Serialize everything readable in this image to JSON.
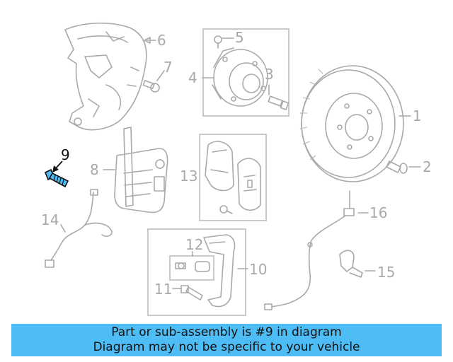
{
  "callouts": {
    "c1": "1",
    "c2": "2",
    "c3": "3",
    "c4": "4",
    "c5": "5",
    "c6": "6",
    "c7": "7",
    "c8": "8",
    "c9": "9",
    "c10": "10",
    "c11": "11",
    "c12": "12",
    "c13": "13",
    "c14": "14",
    "c15": "15",
    "c16": "16"
  },
  "highlight": {
    "part": "9",
    "color": "#4fbdf5"
  },
  "banner": {
    "line1": "Part or sub-assembly is #9 in diagram",
    "line2": "Diagram may not be specific to your vehicle",
    "color": "#4fbdf5"
  }
}
